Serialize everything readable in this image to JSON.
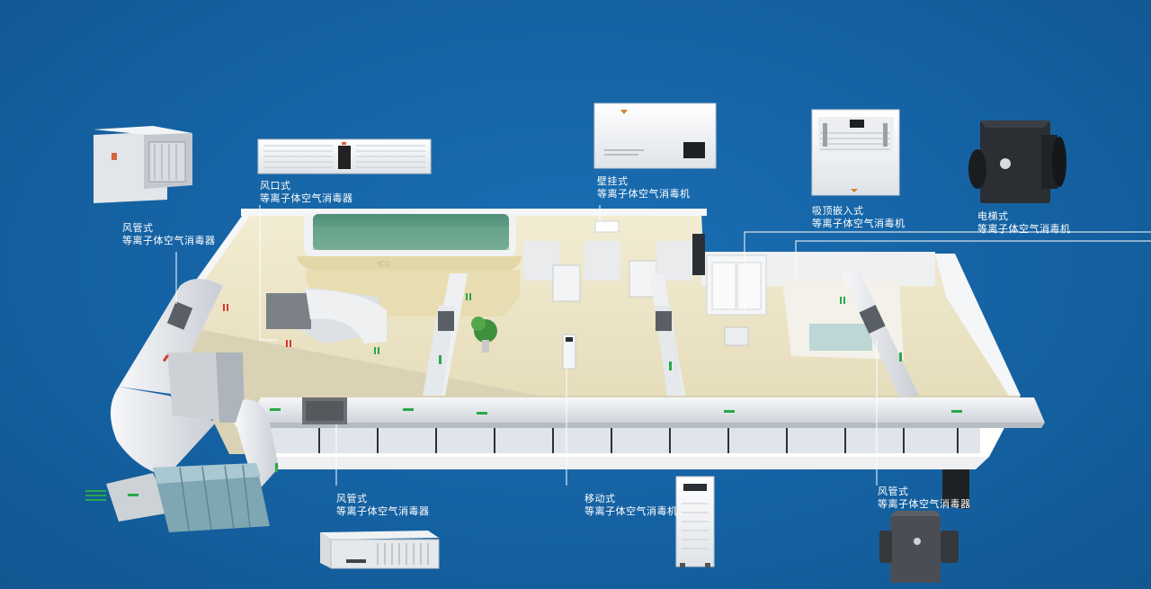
{
  "labels": {
    "duct_top_left": {
      "type": "风管式",
      "name": "等离子体空气消毒器"
    },
    "vent": {
      "type": "风口式",
      "name": "等离子体空气消毒器"
    },
    "wall": {
      "type": "壁挂式",
      "name": "等离子体空气消毒机"
    },
    "ceiling": {
      "type": "吸顶嵌入式",
      "name": "等离子体空气消毒机"
    },
    "elevator": {
      "type": "电梯式",
      "name": "等离子体空气消毒机"
    },
    "duct_bottom_left": {
      "type": "风管式",
      "name": "等离子体空气消毒器"
    },
    "mobile": {
      "type": "移动式",
      "name": "等离子体空气消毒机"
    },
    "duct_bottom_right": {
      "type": "风管式",
      "name": "等离子体空气消毒器"
    }
  },
  "colors": {
    "background": "#1565a6",
    "floor": "#ece5c8",
    "wall": "#f4f6f7",
    "duct": "#e7eaee",
    "airflow_in": "#2aa84a",
    "airflow_out": "#d63a2a",
    "glass_wall": "#5f9a84"
  }
}
